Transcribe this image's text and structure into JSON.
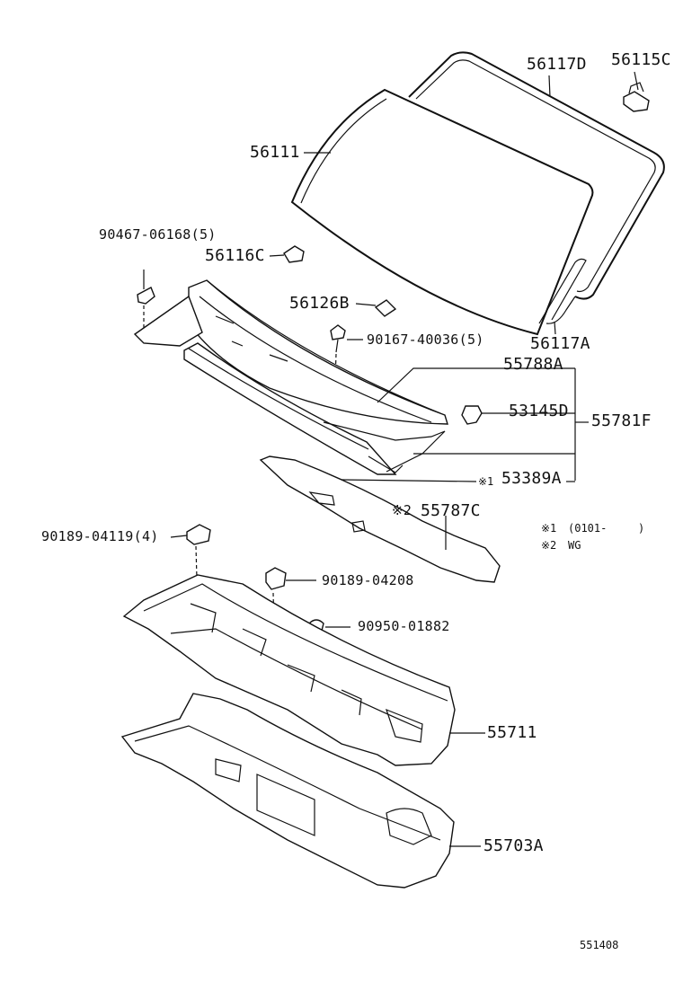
{
  "parts": [
    {
      "id": "p56117D",
      "label": "56117D"
    },
    {
      "id": "p56115C",
      "label": "56115C"
    },
    {
      "id": "p56111",
      "label": "56111"
    },
    {
      "id": "p90467",
      "label": "90467-06168(5)"
    },
    {
      "id": "p56116C",
      "label": "56116C"
    },
    {
      "id": "p56126B",
      "label": "56126B"
    },
    {
      "id": "p56117A",
      "label": "56117A"
    },
    {
      "id": "p90167",
      "label": "90167-40036(5)"
    },
    {
      "id": "p55788A",
      "label": "55788A"
    },
    {
      "id": "p53145D",
      "label": "53145D"
    },
    {
      "id": "p55781F",
      "label": "55781F"
    },
    {
      "id": "p53389A",
      "label": "53389A"
    },
    {
      "id": "p55787C",
      "label": "55787C"
    },
    {
      "id": "p90189a",
      "label": "90189-04119(4)"
    },
    {
      "id": "p90189b",
      "label": "90189-04208"
    },
    {
      "id": "p90950",
      "label": "90950-01882"
    },
    {
      "id": "p55711",
      "label": "55711"
    },
    {
      "id": "p55703A",
      "label": "55703A"
    }
  ],
  "marks": {
    "mark1": "※1",
    "mark2": "※2"
  },
  "notes": {
    "note1_mark": "※1",
    "note1_text": "(0101-",
    "note1_close": ")",
    "note2_mark": "※2",
    "note2_text": "WG"
  },
  "diagram_code": "551408"
}
